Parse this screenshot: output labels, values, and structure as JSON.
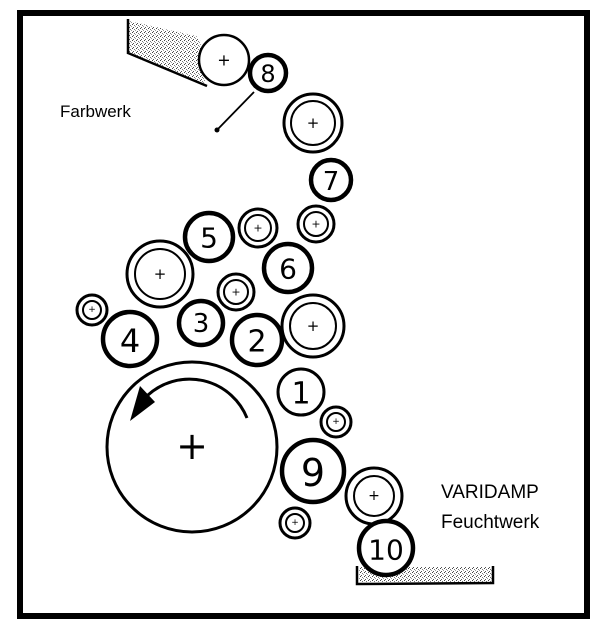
{
  "labels": {
    "ink_unit": "Farbwerk",
    "dampening_brand": "VARIDAMP",
    "dampening_unit": "Feuchtwerk"
  },
  "rollers": {
    "r1": "1",
    "r2": "2",
    "r3": "3",
    "r4": "4",
    "r5": "5",
    "r6": "6",
    "r7": "7",
    "r8": "8",
    "r9": "9",
    "r10": "10"
  },
  "symbols": {
    "axis": "+",
    "rotation": "counter-clockwise"
  },
  "colors": {
    "ink": "#000000",
    "background": "#ffffff",
    "tray_fill": "#bdbdbd"
  }
}
